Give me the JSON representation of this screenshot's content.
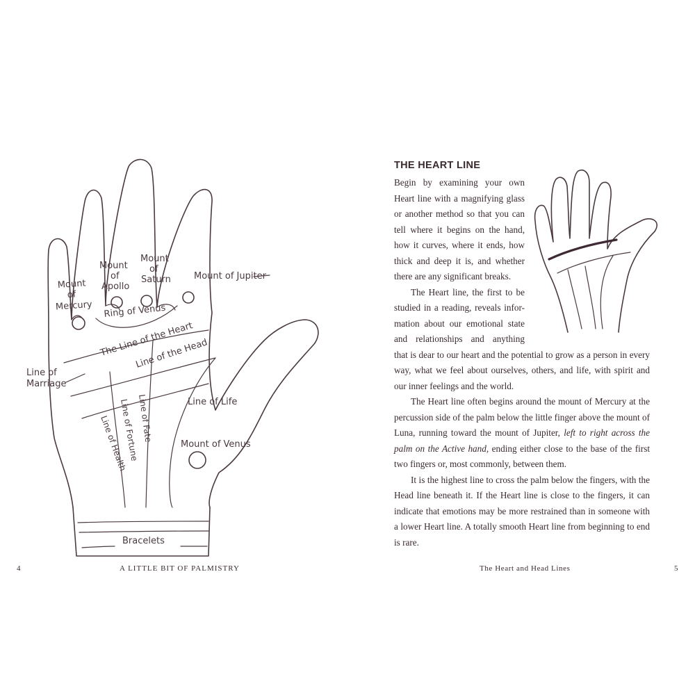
{
  "left_page": {
    "diagram_labels": {
      "mount_mercury": [
        "Mount",
        "of",
        "Mercury"
      ],
      "mount_apollo": [
        "Mount",
        "of",
        "Apollo"
      ],
      "mount_saturn": [
        "Mount",
        "of",
        "Saturn"
      ],
      "mount_jupiter": "Mount of Jupiter",
      "ring_of_venus": "Ring of Venus",
      "line_of_marriage": [
        "Line of",
        "Marriage"
      ],
      "line_of_heart": "The Line of the Heart",
      "line_of_head": "Line of the Head",
      "line_of_life": "Line of Life",
      "line_of_fate": "Line of Fate",
      "line_of_fortune": "Line of Fortune",
      "line_of_health": "Line of Health",
      "mount_of_venus": "Mount of Venus",
      "bracelets": "Bracelets"
    },
    "page_number": "4",
    "running_head": "A LITTLE BIT OF PALMISTRY"
  },
  "right_page": {
    "heading": "THE HEART LINE",
    "para1_lines": [
      "Begin by examining your own",
      "Heart line with a magnifying glass",
      "or another method so that you can",
      "tell where it begins on the hand,",
      "how it curves, where it ends, how",
      "thick and deep it is, and whether",
      "there are any significant breaks."
    ],
    "para2_lines": [
      "The Heart line, the first to be",
      "studied in a reading, reveals infor-",
      "mation about our emotional state",
      "and relationships and anything"
    ],
    "para2_rest": "that is dear to our heart and the potential to grow as a person in every way, what we feel about ourselves, others, and life, with spirit and our inner feelings and the world.",
    "para3_a": "The Heart line often begins around the mount of Mercury at the percussion side of the palm below the little finger above the mount of Luna, running toward the mount of Jupiter,",
    "para3_em": "left to right across the palm on the Active hand,",
    "para3_b": "ending either close to the base of the first two fingers or, most commonly, between them.",
    "para4": "It is the highest line to cross the palm below the fingers, with the Head line beneath it. If the Heart line is close to the fingers, it can indicate that emotions may be more restrained than in someone with a lower Heart line. A totally smooth Heart line from beginning to end is rare.",
    "running_head": "The Heart and Head Lines",
    "page_number": "5",
    "heart_line_color": "#3d2a35"
  }
}
